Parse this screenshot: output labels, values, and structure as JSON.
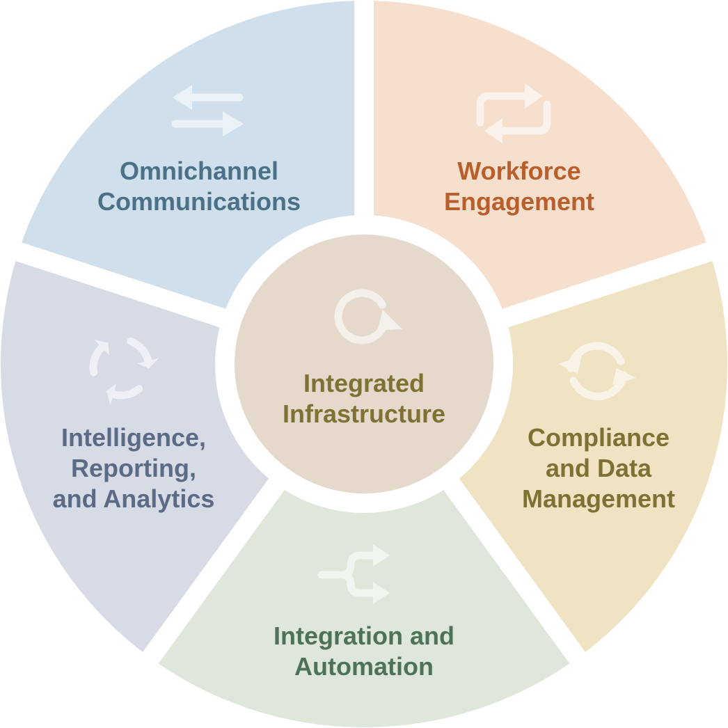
{
  "center": {
    "line1": "Integrated",
    "line2": "Infrastructure",
    "fill": "#e4d9cb",
    "text_color": "#7d7233",
    "icon": "circular-arrow-icon"
  },
  "segments": [
    {
      "id": "workforce",
      "lines": [
        "Workforce",
        "Engagement"
      ],
      "fill": "#f6dfcd",
      "text_color": "#b95f2c",
      "icon": "repeat-loop-icon"
    },
    {
      "id": "compliance",
      "lines": [
        "Compliance",
        "and Data",
        "Management"
      ],
      "fill": "#f0e3c3",
      "text_color": "#7d7233",
      "icon": "refresh-cycle-icon"
    },
    {
      "id": "integration",
      "lines": [
        "Integration and",
        "Automation"
      ],
      "fill": "#dee7d9",
      "text_color": "#4d7257",
      "icon": "branch-merge-icon"
    },
    {
      "id": "intelligence",
      "lines": [
        "Intelligence,",
        "Reporting,",
        "and Analytics"
      ],
      "fill": "#d6dbe6",
      "text_color": "#5b6b85",
      "icon": "recycle-triangle-icon"
    },
    {
      "id": "omnichannel",
      "lines": [
        "Omnichannel",
        "Communications"
      ],
      "fill": "#cfdfeb",
      "text_color": "#4a7188",
      "icon": "swap-arrows-icon"
    }
  ],
  "gap_color": "#ffffff",
  "icon_color": "#ffffff"
}
